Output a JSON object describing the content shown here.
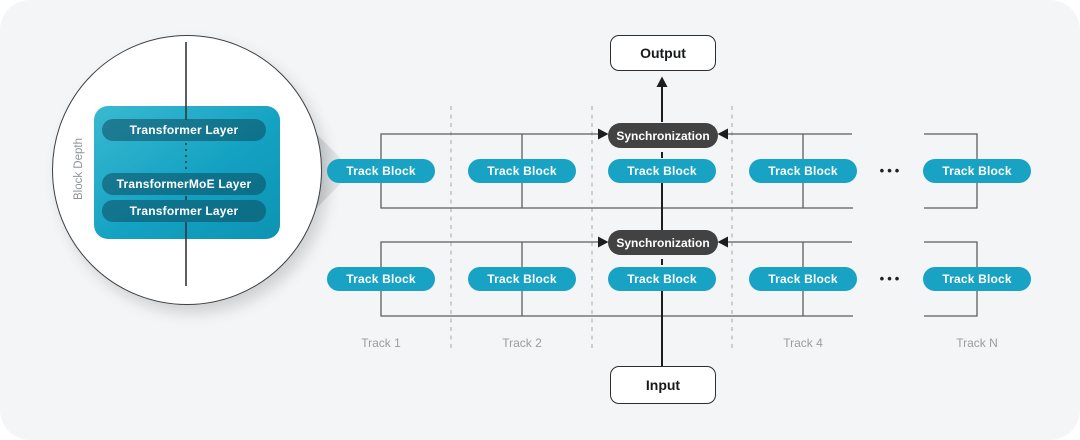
{
  "magnifier": {
    "depth_axis_label": "Block Depth",
    "layers": [
      {
        "label": "Transformer Layer"
      },
      {
        "label": "TransformerMoE Layer"
      },
      {
        "label": "Transformer Layer"
      }
    ]
  },
  "flow": {
    "output_label": "Output",
    "input_label": "Input",
    "sync_label": "Synchronization",
    "track_block_label": "Track Block",
    "ellipsis": "•••",
    "track_labels": [
      "Track 1",
      "Track 2",
      "Track 4",
      "Track N"
    ]
  },
  "colors": {
    "card_background": "#f4f5f7",
    "accent_teal": "#18a3c4",
    "block_box_teal_light": "#3ab9d1",
    "block_box_teal_dark": "#0d93b2",
    "sync_dark": "#424242",
    "connector_gray": "#5b5f63",
    "separator_dash_gray": "#b6babe",
    "track_label_gray": "#989da2",
    "flow_black": "#1d1d1d"
  }
}
